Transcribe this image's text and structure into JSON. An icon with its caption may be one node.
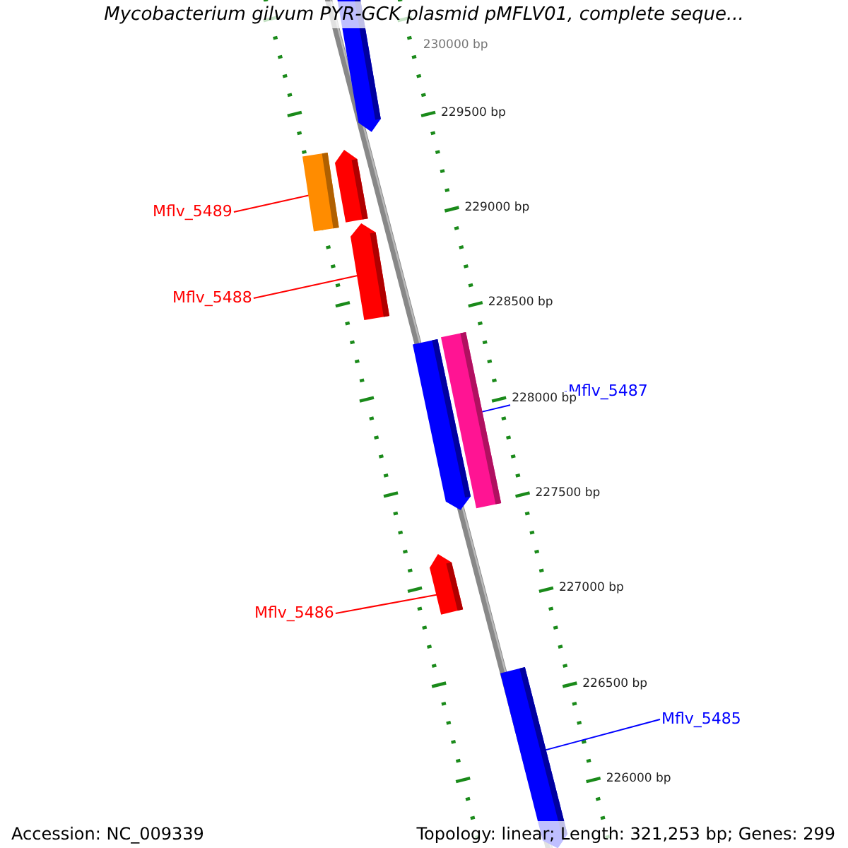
{
  "diagram": {
    "title": "Mycobacterium gilvum PYR-GCK plasmid pMFLV01, complete seque...",
    "nodes": [
      {
        "text": [
          "Mflv_5489"
        ]
      },
      {
        "text": [
          "Mflv_5488"
        ]
      },
      {
        "text": [
          "Mflv_5487"
        ]
      },
      {
        "text": [
          "Mflv_5486"
        ]
      },
      {
        "text": [
          "Mflv_5485"
        ]
      },
      {
        "text": [],
        "shape": "bar"
      },
      {
        "text": [],
        "shape": "bar"
      },
      {
        "text": [],
        "shape": "bar"
      },
      {
        "text": [],
        "shape": "bar"
      },
      {
        "text": [],
        "shape": "bar"
      },
      {
        "text": [],
        "shape": "bar"
      },
      {
        "text": [],
        "shape": "bar"
      },
      {
        "text": [],
        "shape": "bar"
      }
    ],
    "edges": [
      {
        "from": 0,
        "to": 6,
        "arrow": "none"
      },
      {
        "from": 1,
        "to": 8,
        "arrow": "none"
      },
      {
        "from": 2,
        "to": 10,
        "arrow": "none",
        "color": "#0000ff"
      },
      {
        "from": 3,
        "to": 11,
        "arrow": "none"
      },
      {
        "from": 4,
        "to": 12,
        "arrow": "none",
        "color": "#0000ff"
      }
    ],
    "labels": [
      "230000 bp",
      "229500 bp",
      "229000 bp",
      "228500 bp",
      "228000 bp",
      "227500 bp",
      "227000 bp",
      "226500 bp",
      "226000 bp",
      "Accession: NC_009339",
      "Topology: linear; Length: 321,253 bp; Genes: 299"
    ]
  }
}
